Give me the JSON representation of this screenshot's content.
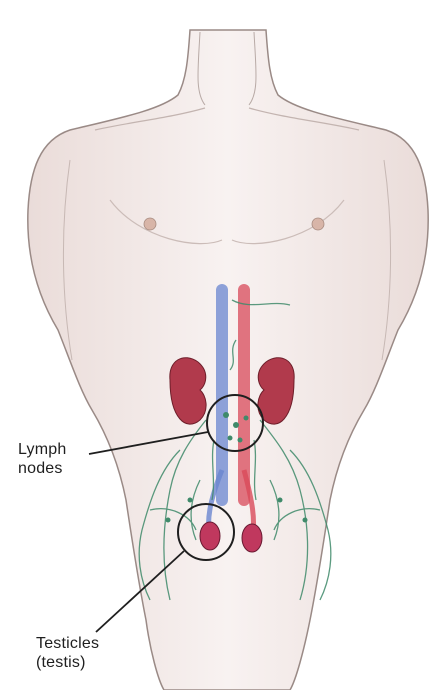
{
  "labels": {
    "lymph_nodes": {
      "line1": "Lymph",
      "line2": "nodes"
    },
    "testicles": {
      "line1": "Testicles",
      "line2": "(testis)"
    }
  },
  "colors": {
    "skin_outline": "#9a8a86",
    "skin_shade": "#efe4e2",
    "kidney": "#b13a4c",
    "artery": "#d94a5a",
    "vein": "#6a86d0",
    "lymph_vessel": "#3f8a6a",
    "testis": "#c0385e",
    "callout_line": "#1f1f1f"
  }
}
